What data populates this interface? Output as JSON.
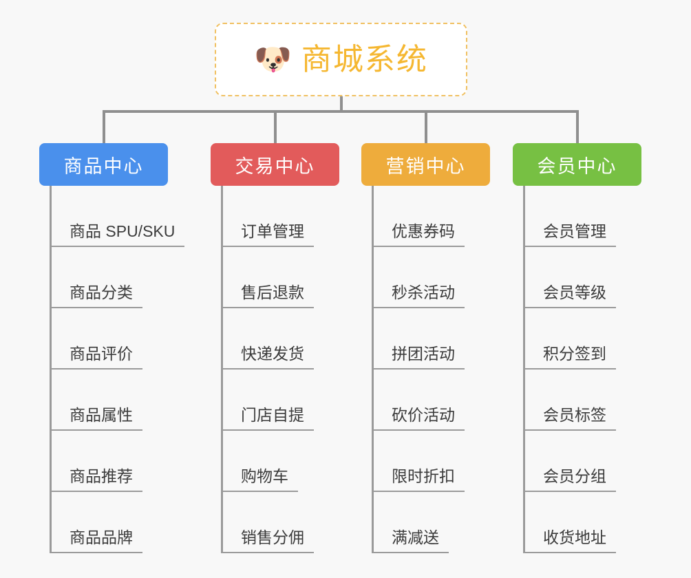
{
  "page": {
    "background_color": "#f8f8f8",
    "title": "商城系统 功能架构图"
  },
  "root": {
    "icon": "dog-face-emoji",
    "emoji": "🐶",
    "label": "商城系统",
    "text_color": "#f5b731",
    "border_color": "#f0c060",
    "background_color": "#ffffff"
  },
  "connector": {
    "color": "#8f8f8f"
  },
  "branches": [
    {
      "id": "product-center",
      "label": "商品中心",
      "color": "#4a90ec",
      "items": [
        "商品 SPU/SKU",
        "商品分类",
        "商品评价",
        "商品属性",
        "商品推荐",
        "商品品牌"
      ]
    },
    {
      "id": "trade-center",
      "label": "交易中心",
      "color": "#e25b5b",
      "items": [
        "订单管理",
        "售后退款",
        "快递发货",
        "门店自提",
        "购物车",
        "销售分佣"
      ]
    },
    {
      "id": "marketing-center",
      "label": "营销中心",
      "color": "#eeac3c",
      "items": [
        "优惠券码",
        "秒杀活动",
        "拼团活动",
        "砍价活动",
        "限时折扣",
        "满减送"
      ]
    },
    {
      "id": "member-center",
      "label": "会员中心",
      "color": "#77c043",
      "items": [
        "会员管理",
        "会员等级",
        "积分签到",
        "会员标签",
        "会员分组",
        "收货地址"
      ]
    }
  ]
}
